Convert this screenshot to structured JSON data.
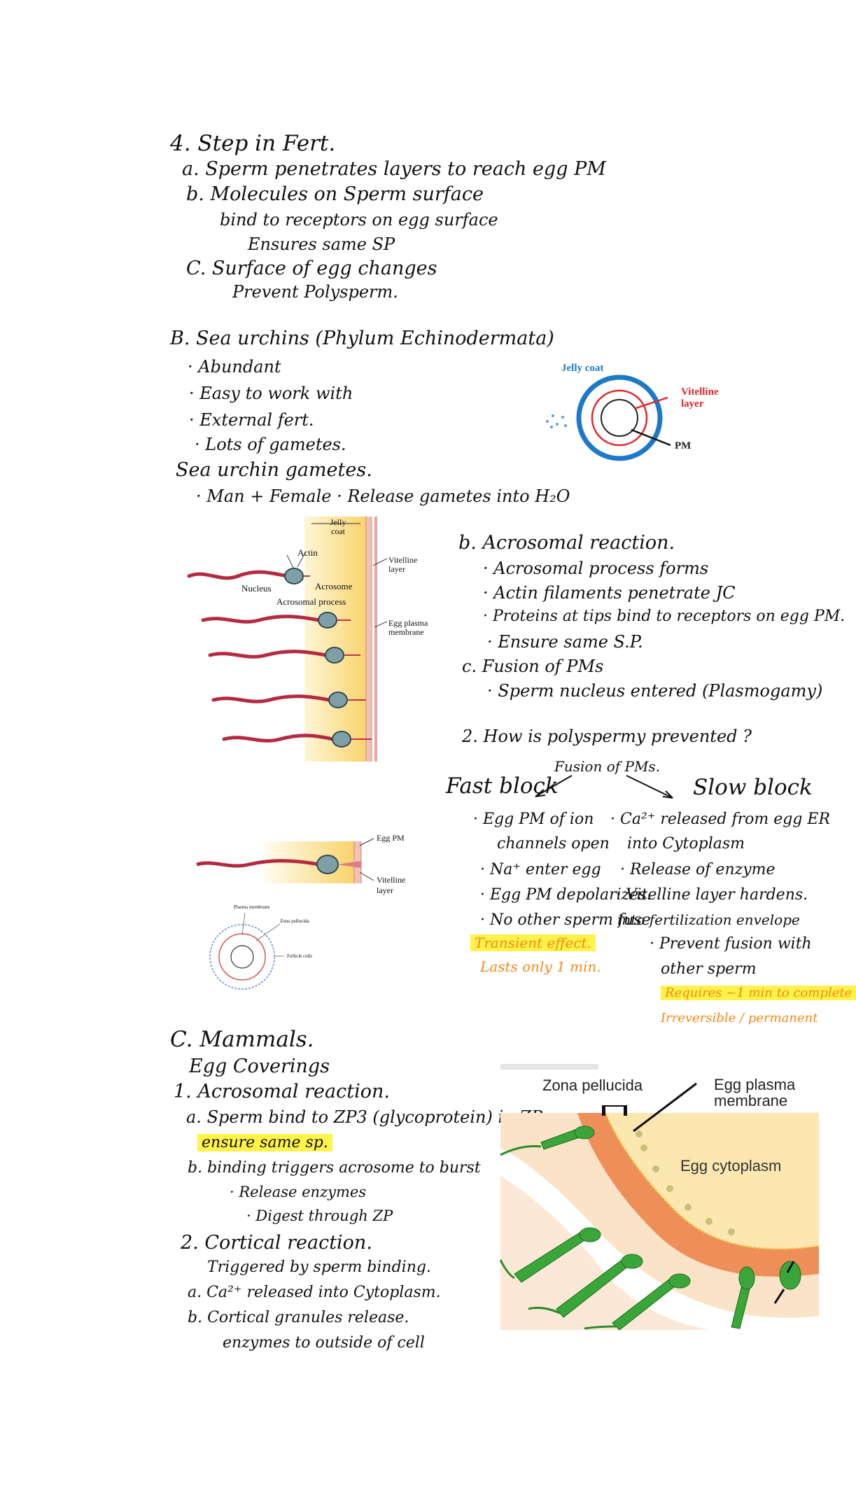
{
  "notes": {
    "s4_title": "4. Step in Fert.",
    "s4_a": "a. Sperm penetrates layers to reach egg PM",
    "s4_b": "b. Molecules on Sperm surface",
    "s4_b1": "bind to receptors on egg surface",
    "s4_b2": "Ensures same SP",
    "s4_c": "C. Surface of egg changes",
    "s4_c1": "Prevent Polysperm.",
    "sB_title": "B. Sea urchins (Phylum Echinodermata)",
    "sB_1": "· Abundant",
    "sB_2": "· Easy to work with",
    "sB_3": "· External fert.",
    "sB_4": "· Lots of gametes.",
    "sB_gam": "Sea urchin gametes.",
    "sB_gam1": "· Man + Female · Release gametes into H₂O",
    "acro_title": "b. Acrosomal reaction.",
    "acro_1": "· Acrosomal process forms",
    "acro_2": "· Actin filaments penetrate JC",
    "acro_3": "· Proteins at tips bind to receptors on egg PM.",
    "acro_4": "· Ensure same S.P.",
    "fus_title": "c. Fusion of PMs",
    "fus_1": "· Sperm nucleus entered (Plasmogamy)",
    "poly_title": "2. How is polyspermy prevented ?",
    "poly_center": "Fusion of PMs.",
    "fast_title": "Fast block",
    "slow_title": "Slow block",
    "fast_1": "· Egg PM of ion",
    "fast_1b": "channels open",
    "fast_2": "· Na⁺ enter egg",
    "fast_3": "· Egg PM depolarizes.",
    "fast_4": "· No other sperm fuse",
    "fast_o1": "Transient effect.",
    "fast_o2": "Lasts only 1 min.",
    "slow_1": "· Ca²⁺ released from egg ER",
    "slow_1b": "into Cytoplasm",
    "slow_2": "· Release of enzyme",
    "slow_3": "· Vitelline layer hardens.",
    "slow_3b": "into fertilization envelope",
    "slow_4": "· Prevent fusion with",
    "slow_4b": "other sperm",
    "slow_o1": "Requires ~1 min to complete",
    "slow_o2": "Irreversible / permanent",
    "sC_title": "C. Mammals.",
    "sC_eggcov": "Egg Coverings",
    "sC_1": "1. Acrosomal reaction.",
    "sC_1a": "a. Sperm bind to ZP3 (glycoprotein) in ZP",
    "sC_1a_hl": "ensure same sp.",
    "sC_1b": "b. binding triggers acrosome to burst",
    "sC_1b1": "· Release enzymes",
    "sC_1b2": "· Digest through ZP",
    "sC_2": "2. Cortical reaction.",
    "sC_2t": "Triggered by sperm binding.",
    "sC_2a": "a. Ca²⁺ released into Cytoplasm.",
    "sC_2b": "b. Cortical granules release.",
    "sC_2b1": "enzymes to outside of cell"
  },
  "fig_layers": {
    "jelly": "Jelly coat",
    "vitelline": "Vitelline layer",
    "pm": "PM",
    "jelly_color": "#1d78c7",
    "vitelline_color": "#e0262b"
  },
  "fig_acrosome": {
    "jelly": "Jelly coat",
    "actin": "Actin",
    "nucleus": "Nucleus",
    "acrosome": "Acrosome",
    "acro_process": "Acrosomal process",
    "vitelline": "Vitelline layer",
    "egg_pm": "Egg plasma membrane"
  },
  "fig_small": {
    "egg_pm": "Egg PM",
    "vitelline": "Vitelline layer"
  },
  "fig_mammal_egg": {
    "pm": "Plasma membrane",
    "zp": "Zona pellucida",
    "follicle": "Follicle cells"
  },
  "fig_zona": {
    "zona": "Zona pellucida",
    "egg_pm": "Egg plasma membrane",
    "cytoplasm": "Egg cytoplasm"
  }
}
